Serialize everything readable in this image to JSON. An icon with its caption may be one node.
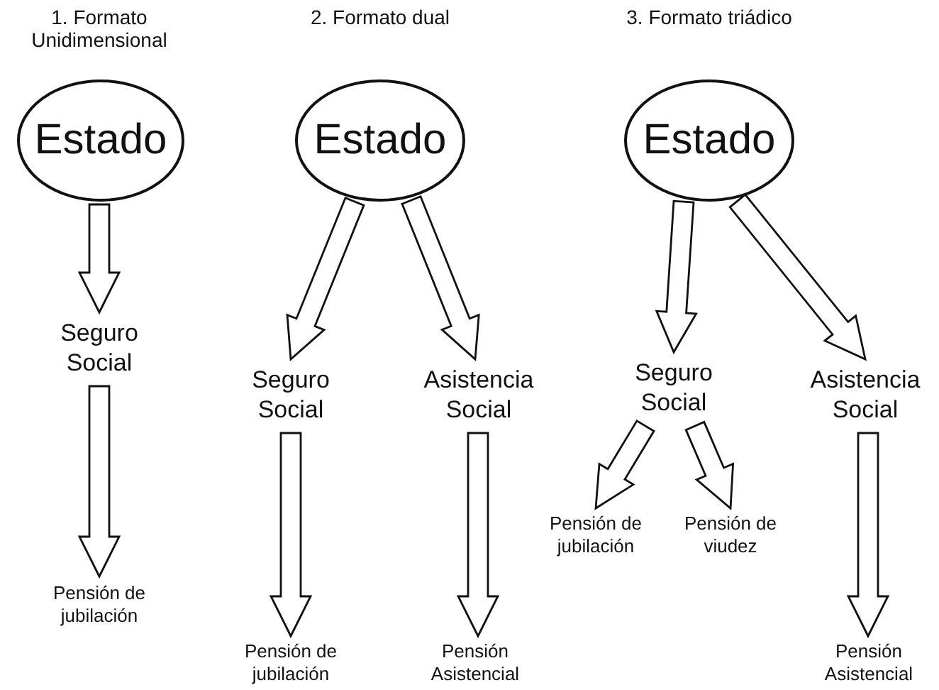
{
  "diagram": {
    "nodes": [
      {
        "text": [
          "Estado"
        ]
      },
      {
        "text": [
          "Seguro Social"
        ]
      },
      {
        "text": [
          "Pensión de jubilación"
        ]
      },
      {
        "text": [
          "Estado"
        ]
      },
      {
        "text": [
          "Seguro Social"
        ]
      },
      {
        "text": [
          "Asistencia Social"
        ]
      },
      {
        "text": [
          "Pensión de jubilación"
        ]
      },
      {
        "text": [
          "Pensión Asistencial"
        ]
      },
      {
        "text": [
          "Estado"
        ]
      },
      {
        "text": [
          "Seguro Social"
        ]
      },
      {
        "text": [
          "Asistencia Social"
        ]
      },
      {
        "text": [
          "Pensión de jubilación"
        ]
      },
      {
        "text": [
          "Pensión de viudez"
        ]
      },
      {
        "text": [
          "Pensión Asistencial"
        ]
      }
    ],
    "edges": [
      {
        "from": 0,
        "to": 1,
        "arrow": "to"
      },
      {
        "from": 1,
        "to": 2,
        "arrow": "to"
      },
      {
        "from": 3,
        "to": 4,
        "arrow": "to"
      },
      {
        "from": 3,
        "to": 5,
        "arrow": "to"
      },
      {
        "from": 4,
        "to": 6,
        "arrow": "to"
      },
      {
        "from": 5,
        "to": 7,
        "arrow": "to"
      },
      {
        "from": 8,
        "to": 9,
        "arrow": "to"
      },
      {
        "from": 8,
        "to": 10,
        "arrow": "to"
      },
      {
        "from": 9,
        "to": 11,
        "arrow": "to"
      },
      {
        "from": 9,
        "to": 12,
        "arrow": "to"
      },
      {
        "from": 10,
        "to": 13,
        "arrow": "to"
      }
    ],
    "labels": [
      "1. Formato Unidimensional",
      "2. Formato dual",
      "3. Formato triádico"
    ]
  }
}
